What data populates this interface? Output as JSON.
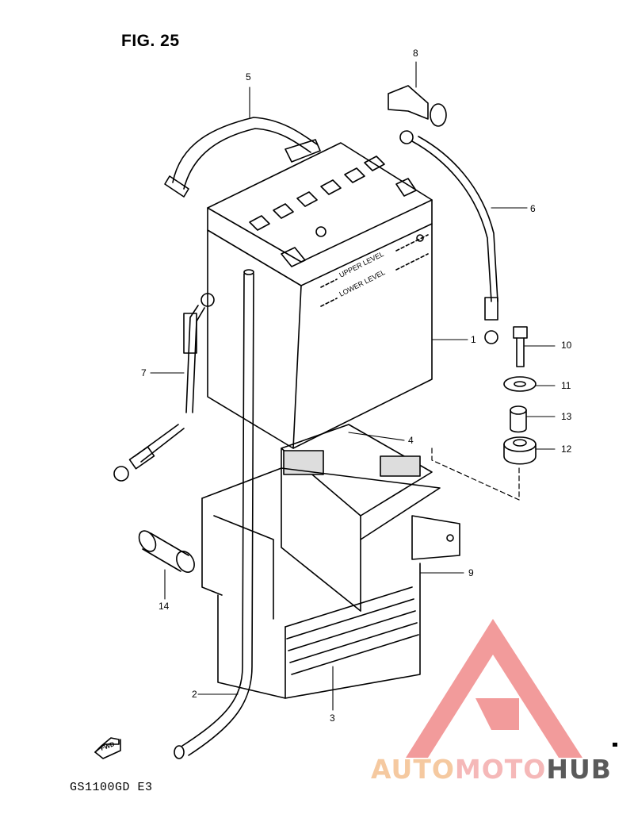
{
  "figure": {
    "title": "FIG. 25",
    "model_code": "GS1100GD  E3"
  },
  "battery_labels": {
    "upper": "UPPER LEVEL",
    "lower": "LOWER LEVEL"
  },
  "fwd_label": "FWD",
  "callouts": [
    "1",
    "2",
    "3",
    "4",
    "5",
    "6",
    "7",
    "8",
    "9",
    "10",
    "11",
    "12",
    "13",
    "14"
  ],
  "watermark": {
    "auto": "AUTO",
    "moto": "MOTO",
    "hub": "HUB",
    "colors": {
      "triangle": "#f08a8a",
      "auto": "#f5c9a0",
      "moto": "#f5b8b8",
      "hub": "#5a5a5a"
    }
  }
}
